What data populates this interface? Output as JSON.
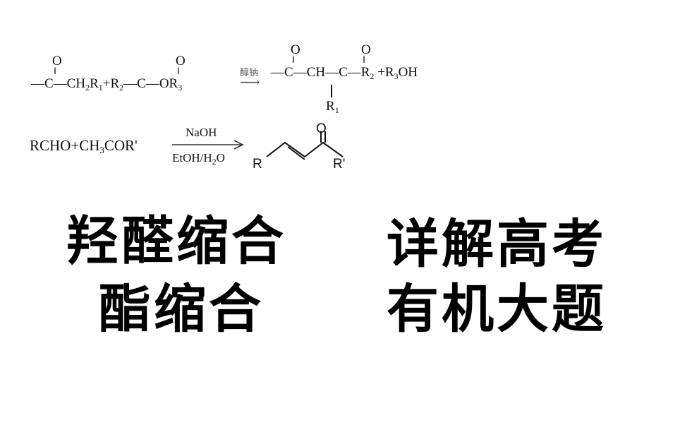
{
  "reaction1": {
    "reactant_parts": [
      "—C—CH",
      "2",
      "R",
      "1",
      "+R",
      "2",
      "—C—OR",
      "3"
    ],
    "carbonyl_o": "O",
    "condition": "醇钠",
    "arrow": "⟶",
    "product_parts": [
      "—C—CH—C—R",
      "2",
      " +R",
      "3",
      "OH"
    ],
    "substituent": "R",
    "substituent_sub": "1"
  },
  "reaction2": {
    "reactant_parts": [
      "RCHO+CH",
      "3",
      "COR'"
    ],
    "condition_top": "NaOH",
    "condition_bottom_parts": [
      "EtOH/H",
      "2",
      "O"
    ],
    "product_o": "O",
    "product_r": "R",
    "product_r_prime": "R'"
  },
  "titles": {
    "left": [
      "羟醛缩合",
      "酯缩合"
    ],
    "right": [
      "详解高考",
      "有机大题"
    ]
  }
}
